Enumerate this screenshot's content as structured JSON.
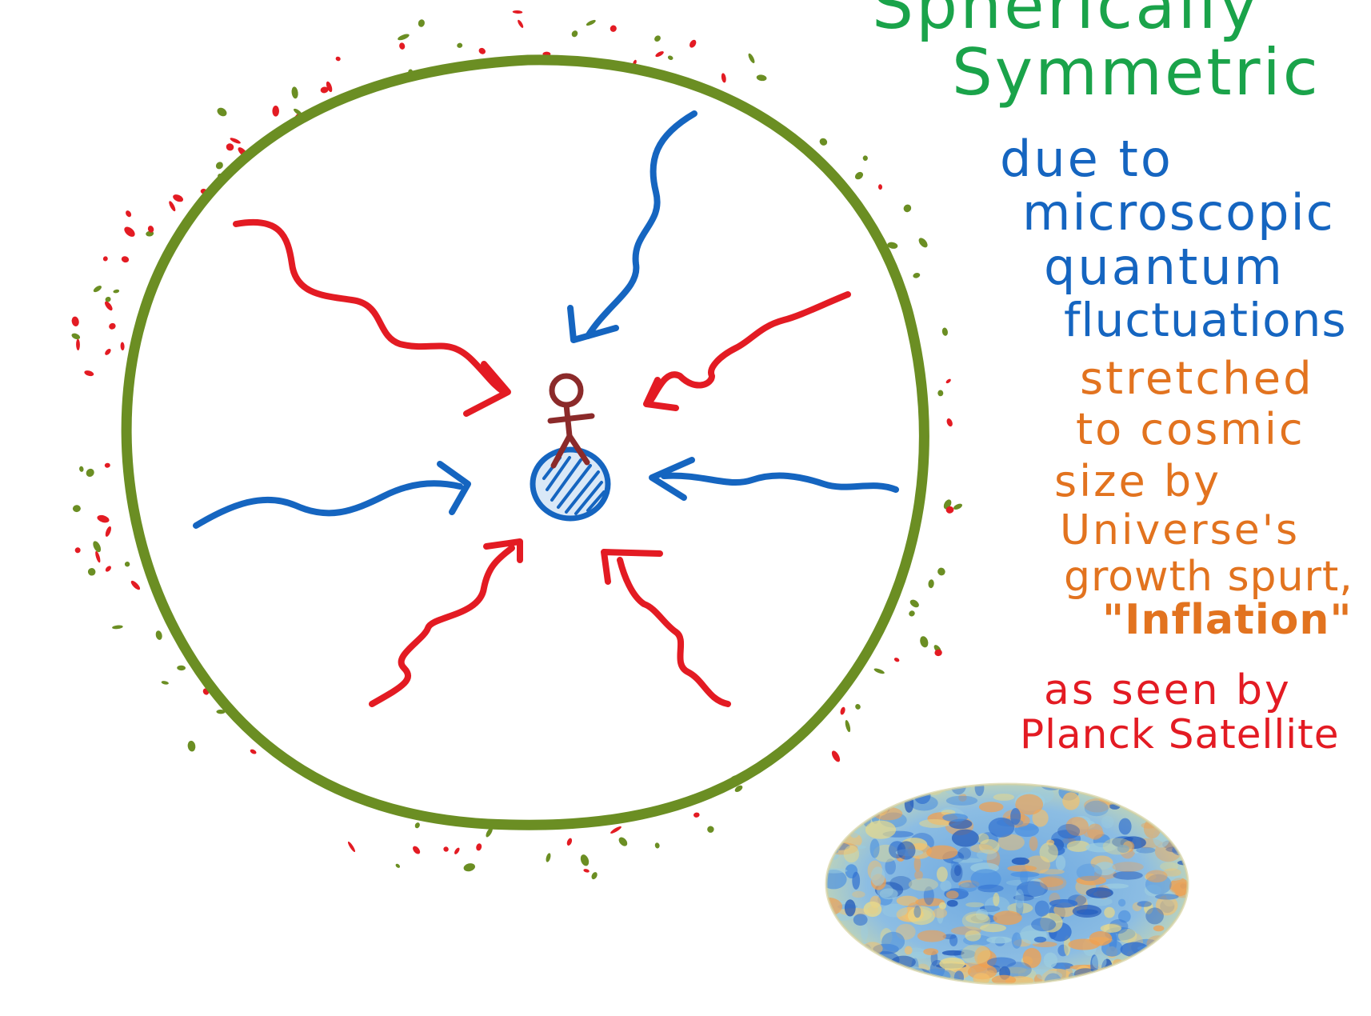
{
  "text": {
    "title_line1": "Spherically",
    "title_line2": "Symmetric",
    "due_lines": [
      "due to",
      "microscopic",
      "quantum",
      "fluctuations"
    ],
    "stretch_lines": [
      "stretched",
      "to cosmic",
      "size by",
      "Universe's",
      "growth spurt,",
      "\"Inflation\""
    ],
    "planck_lines": [
      "as seen by",
      "Planck Satellite"
    ]
  },
  "colors": {
    "shell": "#6b8e23",
    "wave_blue": "#1565c0",
    "wave_red": "#e31b23",
    "earth": "#1565c0",
    "person": "#8b2a2a",
    "text_green": "#1aa34a",
    "text_blue": "#1565c0",
    "text_orange": "#e2731f",
    "text_red": "#e31b23"
  },
  "icons": {
    "person": "stick-figure-icon",
    "earth": "earth-icon",
    "cmb_map": "cmb-sky-map"
  }
}
